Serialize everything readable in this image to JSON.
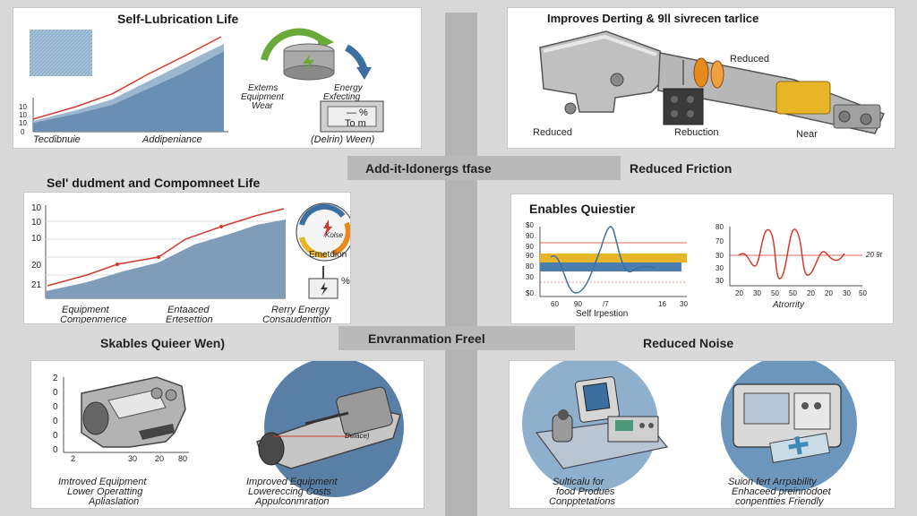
{
  "background_color": "#d9d9d9",
  "center_labels": {
    "band1_left": "Add-it-ldonergs tfase",
    "band1_right": "Reduced Friction",
    "band2_left": "Skables Quieer Wen)",
    "band2_center": "Envranmation Freel",
    "band2_right": "Reduced Noise"
  },
  "panel_tl": {
    "title": "Self-Lubrication Life",
    "ticks": [
      "10",
      "10",
      "10",
      "0"
    ],
    "xlabels": [
      "Tecdibnuie",
      "Addipeniance"
    ],
    "left_label": [
      "Extems",
      "Equipment",
      "Wear"
    ],
    "right_label": [
      "Energy",
      "Exfecting"
    ],
    "meter_text": [
      "— %",
      "To m"
    ],
    "caption": "(Delrin) Ween)"
  },
  "panel_tr": {
    "title": "Improves Derting & 9ll sivrecen tarlice",
    "label_reduced": "Reduced",
    "bottom_labels": [
      "Reduced",
      "Rebuction",
      "Near"
    ]
  },
  "panel_ml": {
    "title": "Sel' dudment and Compomneet Life",
    "ticks": [
      "10",
      "10",
      "10",
      "20",
      "21"
    ],
    "bottom_labels": [
      [
        "Equipment",
        "Compenmence"
      ],
      [
        "Entaaced",
        "Ertesettion"
      ],
      [
        "Rerry Energy",
        "Consaudenttion"
      ]
    ],
    "gauge_label": "Kolse",
    "gauge_caption": "Emetdion",
    "percent": "%"
  },
  "panel_mr": {
    "title": "Enables Quiestier",
    "ticks_left": [
      "$0",
      "90",
      "90",
      "90",
      "80",
      "30",
      "$0"
    ],
    "xlabels_left": [
      "60",
      "90",
      "/7",
      "16",
      "30"
    ],
    "xcaption_left": "Self Irpestion",
    "ticks_right": [
      "80",
      "70",
      "30",
      "30",
      "30"
    ],
    "xlabels_right": [
      "20",
      "30",
      "50",
      "50",
      "20",
      "20",
      "30",
      "50"
    ],
    "xcaption_right": "Atrorrity",
    "right_value": "20 9t"
  },
  "panel_bl": {
    "ticks": [
      "2",
      "0",
      "0",
      "0",
      "0",
      "0"
    ],
    "xlabels": [
      "2",
      "30",
      "20",
      "80"
    ],
    "caption_left": [
      "Imtroved Equipment",
      "Lower Operatting",
      "Apliaslation"
    ],
    "caption_right": [
      "Improved Equipment",
      "Lowereccing Costs",
      "Appulconmration"
    ],
    "photo_label": "Delace)"
  },
  "panel_br": {
    "caption_left": [
      "Sulticalu for",
      "food Produes",
      "Conpptetations"
    ],
    "caption_right": [
      "Suion fert Arrpability",
      "Enhaceed preinnodoet",
      "conpentties Friendly"
    ]
  },
  "colors": {
    "area_fill": "#6b8fb3",
    "area_light": "#9db6cf",
    "trend_line": "#d23a2e",
    "green_arrow": "#6aaa3a",
    "blue_arrow": "#3c6fa0",
    "yellow_band": "#e8b527",
    "orange": "#e8891e",
    "panel_bg": "#ffffff"
  }
}
